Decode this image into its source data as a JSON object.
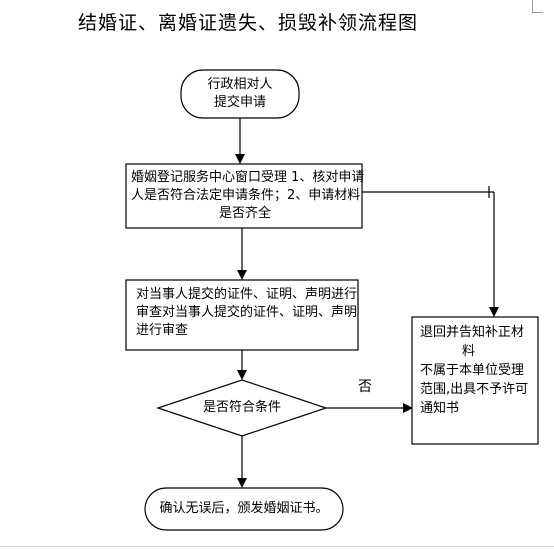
{
  "title": "结婚证、离婚证遗失、损毁补领流程图",
  "nodes": {
    "start": {
      "line1": "行政相对人",
      "line2": "提交申请"
    },
    "accept": {
      "line1": "婚姻登记服务中心窗口受理 1、核对申请",
      "line2": "人是否符合法定申请条件；2、申请材料",
      "line3": "是否齐全"
    },
    "review": {
      "line1": "对当事人提交的证件、证明、声明进行",
      "line2": "审查对当事人提交的证件、证明、声明",
      "line3": "进行审查"
    },
    "decision": {
      "label": "是否符合条件"
    },
    "reject": {
      "line1": "退回并告知补正材",
      "line2": "料",
      "line3": "不属于本单位受理",
      "line4": "范围,出具不予许可",
      "line5": "通知书"
    },
    "issue": {
      "label": "确认无误后，颁发婚姻证书。"
    }
  },
  "edge_labels": {
    "no": "否"
  }
}
